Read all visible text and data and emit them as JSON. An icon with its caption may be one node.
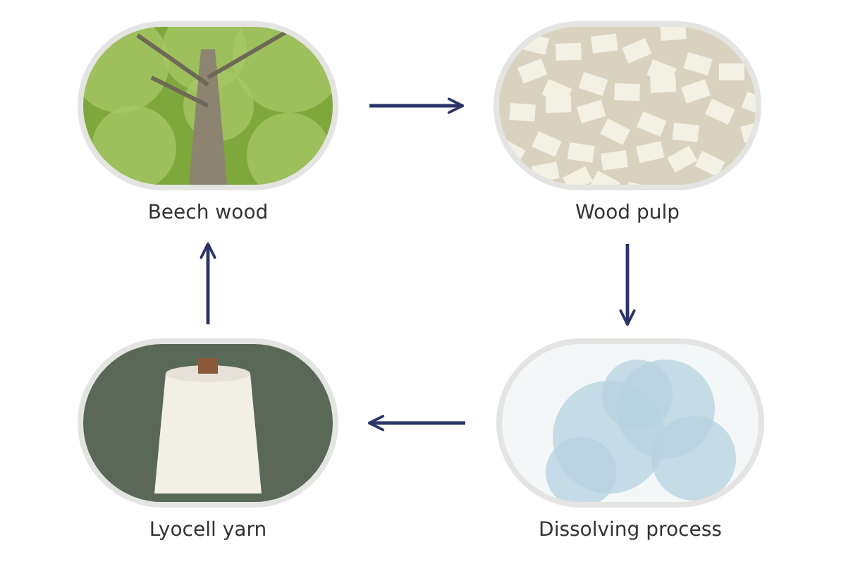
{
  "diagram": {
    "nodes": [
      {
        "text": [
          "Beech wood"
        ]
      },
      {
        "text": [
          "Wood pulp"
        ]
      },
      {
        "text": [
          "Dissolving process"
        ]
      },
      {
        "text": [
          "Lyocell yarn"
        ]
      }
    ],
    "edges": [
      {
        "from": 0,
        "to": 1,
        "arrow": "to"
      },
      {
        "from": 1,
        "to": 2,
        "arrow": "to"
      },
      {
        "from": 2,
        "to": 3,
        "arrow": "to"
      },
      {
        "from": 3,
        "to": 0,
        "arrow": "to"
      }
    ]
  }
}
